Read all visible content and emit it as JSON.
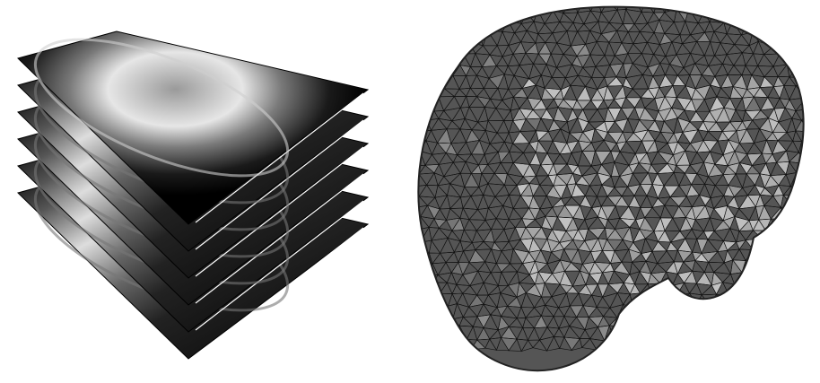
{
  "figure": {
    "left_panel": {
      "subject": "stacked-mri-axial-slices",
      "slice_count": 6,
      "colors": {
        "background": "#000000",
        "tissue_bright": "#e8e8e8",
        "tissue_mid": "#8a8a8a",
        "edge_line": "#ffffff"
      }
    },
    "right_panel": {
      "subject": "triangulated-brain-surface-mesh",
      "colors": {
        "face_dark": "#555555",
        "face_light": "#b5b5b5",
        "edge": "#111111"
      }
    }
  }
}
